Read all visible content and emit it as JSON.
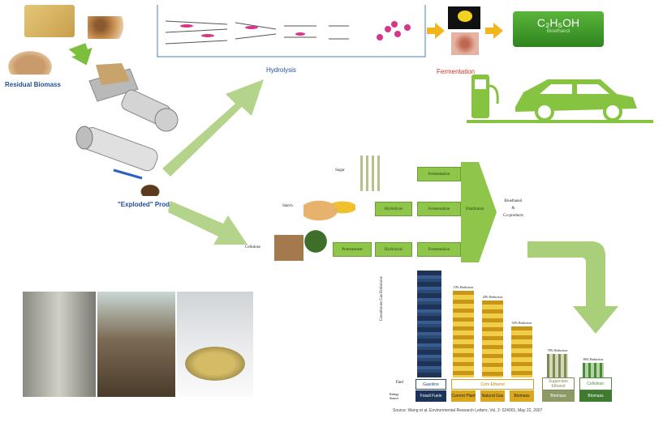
{
  "labels": {
    "residual_biomass": "Residual Biomass",
    "exploded_product": "\"Exploded\" Prod",
    "hydrolysis": "Hydrolysis",
    "fermentation": "Fermentation",
    "ethanol_formula": "C₂H₅OH",
    "ethanol_sub": "Bioethanol"
  },
  "process": {
    "feedstocks": [
      "Sugar",
      "Starch",
      "Cellulose"
    ],
    "sugar_steps": [
      "Fermentation"
    ],
    "starch_steps": [
      "Hydrolysis",
      "Fermentation"
    ],
    "cellulose_steps": [
      "Pretreatment",
      "Hydrolysis",
      "Fermentation"
    ],
    "distillation": "Distillation",
    "output_line1": "Bioethanol",
    "output_line2": "&",
    "output_line3": "Co-products"
  },
  "chart_data": {
    "type": "bar",
    "ylabel": "Greenhouse Gas Emissions",
    "categories": [
      "Gasoline",
      "Corn Ethanol (Current Plant)",
      "Corn Ethanol (Natural Gas)",
      "Corn Ethanol (Biomass)",
      "Sugarcane Ethanol (Biomass)",
      "Cellulosic Ethanol (Biomass)"
    ],
    "values": [
      100,
      81,
      72,
      48,
      22,
      14
    ],
    "bar_labels": [
      "",
      "19% Reduction",
      "28% Reduction",
      "52% Reduction",
      "78% Reduction",
      "86% Reduction"
    ],
    "legend": {
      "fuel_label": "Fuel",
      "energy_label": "Energy Source",
      "gasoline": "Gasoline",
      "fossil": "Fossil Fuels",
      "corn": "Corn Ethanol",
      "current": "Current Plant",
      "natgas": "Natural Gas",
      "biomass1": "Biomass",
      "sugarcane": "Sugarcane Ethanol",
      "biomass2": "Biomass",
      "cellulosic": "Cellulosic",
      "biomass3": "Biomass"
    }
  },
  "source": "Source: Wang et al. Environmental Research Letters, Vol. 2: 024001, May 22, 2007",
  "colors": {
    "arrow_green": "#a9cf7a",
    "box_green": "#8fc54a",
    "car_green": "#86c341",
    "ethanol_green": "#3e9a2b"
  }
}
